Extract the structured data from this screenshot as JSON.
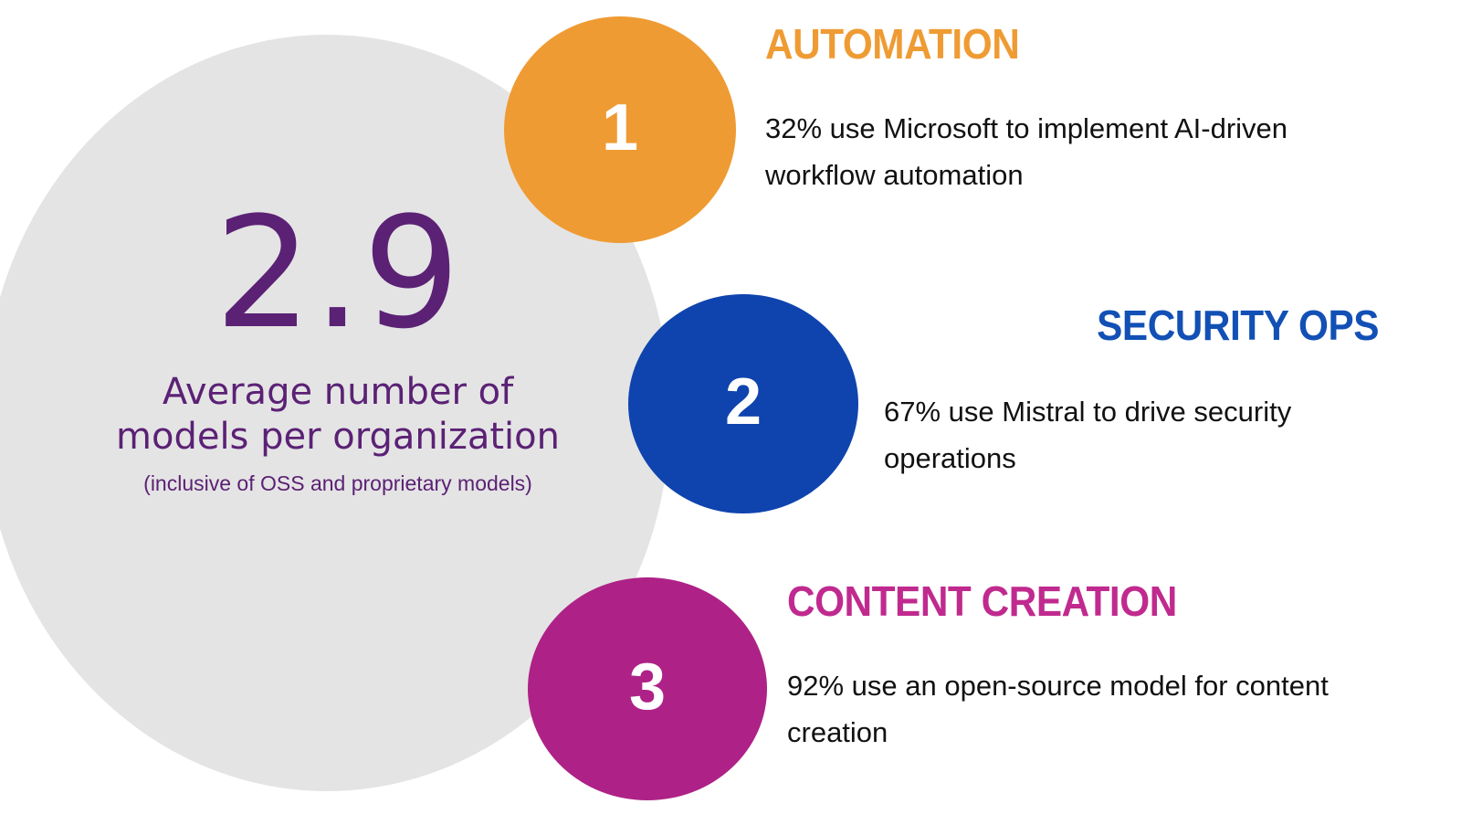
{
  "stat": {
    "value": "2.9",
    "label": "Average number of models per organization",
    "sublabel": "(inclusive of OSS and proprietary models)",
    "color": "#5b2175",
    "blob_color": "#e4e4e4"
  },
  "items": [
    {
      "number": "1",
      "heading": "AUTOMATION",
      "body": "32% use Microsoft to implement AI-driven workflow automation",
      "color": "#ef9b33",
      "heading_color": "#ef9b33",
      "percent": "32%"
    },
    {
      "number": "2",
      "heading": "SECURITY OPS",
      "body": "67% use Mistral to drive security operations",
      "color": "#0f44ae",
      "heading_color": "#1250b5",
      "percent": "67%"
    },
    {
      "number": "3",
      "heading": "CONTENT CREATION",
      "body": "92% use an open-source model for content creation",
      "color": "#ae2287",
      "heading_color": "#c02a8e",
      "percent": "92%"
    }
  ]
}
